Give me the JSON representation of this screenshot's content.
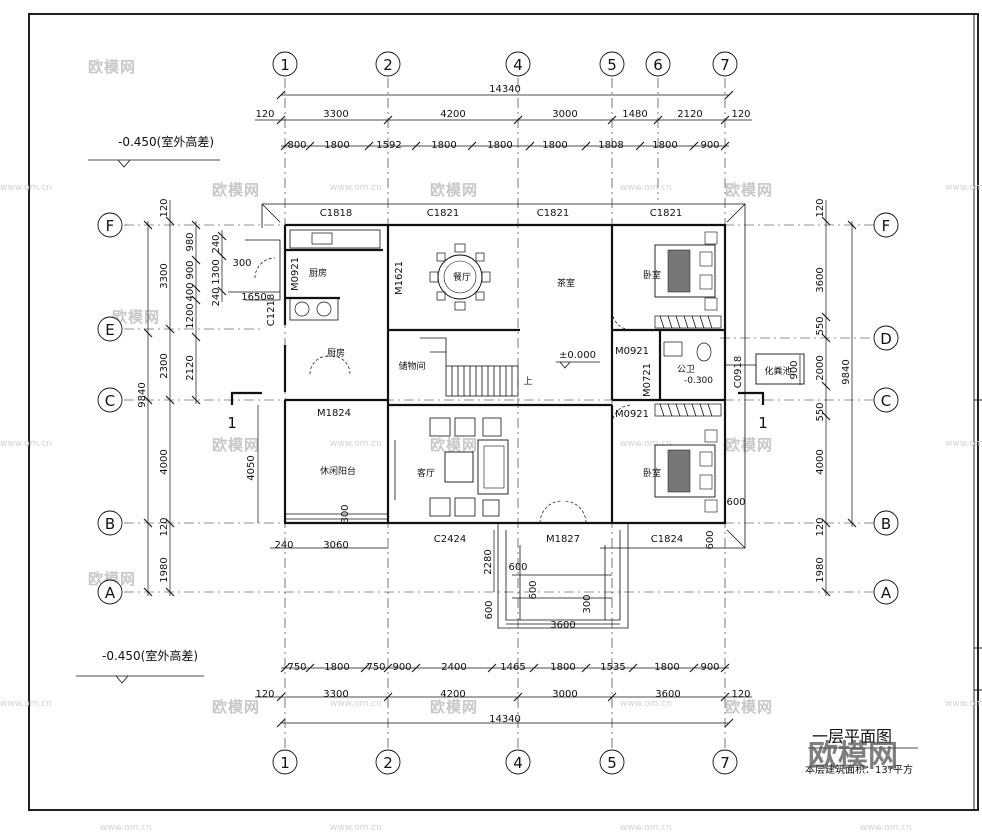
{
  "drawing": {
    "title": "一层平面图",
    "area_note": "本层建筑面积：13?平方",
    "watermark_main": "欧模网",
    "watermark_text": "欧模网",
    "watermark_url": "www.om.cn",
    "axes_top": [
      "1",
      "2",
      "4",
      "5",
      "6",
      "7"
    ],
    "axes_bottom": [
      "1",
      "2",
      "4",
      "5",
      "7"
    ],
    "axes_left": [
      "F",
      "E",
      "C",
      "B",
      "A"
    ],
    "axes_right": [
      "F",
      "D",
      "C",
      "B",
      "A"
    ],
    "top_dims": {
      "total": "14340",
      "row1": [
        "120",
        "3300",
        "4200",
        "3000",
        "1480",
        "2120",
        "120"
      ],
      "row2": [
        "800",
        "1800",
        "1592",
        "1800",
        "1800",
        "1800",
        "1808",
        "1800",
        "900"
      ]
    },
    "bottom_dims": {
      "total": "14340",
      "row1": [
        "750",
        "1800",
        "750",
        "900",
        "2400",
        "1465",
        "1800",
        "1535",
        "1800",
        "900"
      ],
      "row2": [
        "120",
        "3300",
        "4200",
        "3000",
        "3600",
        "120"
      ]
    },
    "left_dims": {
      "total": "9840",
      "outer": [
        "120",
        "3300",
        "2300",
        "4000",
        "120",
        "1980"
      ],
      "mid": [
        "980",
        "900",
        "400",
        "1200",
        "2120"
      ],
      "inner": [
        "240",
        "1300",
        "240"
      ]
    },
    "right_dims": {
      "total": "9840",
      "outer": [
        "120",
        "3600",
        "550",
        "2000",
        "550",
        "4000",
        "120",
        "1980"
      ],
      "inner": [
        "900"
      ]
    },
    "elevations": {
      "outdoor_top": "-0.450(室外高差)",
      "outdoor_bottom": "-0.450(室外高差)",
      "floor": "±0.000",
      "bath": "-0.300"
    },
    "section_marks": [
      "1",
      "1"
    ],
    "openings": {
      "c1818": "C1818",
      "c1821a": "C1821",
      "c1821b": "C1821",
      "c1821c": "C1821",
      "m1621": "M1621",
      "m0921a": "M0921",
      "m0921b": "M0921",
      "m0921c": "M0921",
      "m0721": "M0721",
      "c0918": "C0918",
      "c1218": "C1218",
      "m1824": "M1824",
      "c2424": "C2424",
      "m1827": "M1827",
      "c1824": "C1824"
    },
    "misc_dims": {
      "d300a": "300",
      "d1650": "1650",
      "d4050": "4050",
      "d240": "240",
      "d3060": "3060",
      "d300b": "300",
      "d2280": "2280",
      "d600a": "600",
      "d600b": "600",
      "d600c": "600",
      "d300c": "300",
      "d3600": "3600",
      "d600d": "600",
      "d600e": "600"
    },
    "rooms": {
      "kitchen": "厨房",
      "scullery": "厨房",
      "dining": "餐厅",
      "tea": "茶室",
      "storage": "储物间",
      "leisure": "休闲阳台",
      "living": "客厅",
      "bedroom_top": "卧室",
      "bedroom_bottom": "卧室",
      "wc": "公卫",
      "septic": "化粪池",
      "up": "上"
    }
  }
}
